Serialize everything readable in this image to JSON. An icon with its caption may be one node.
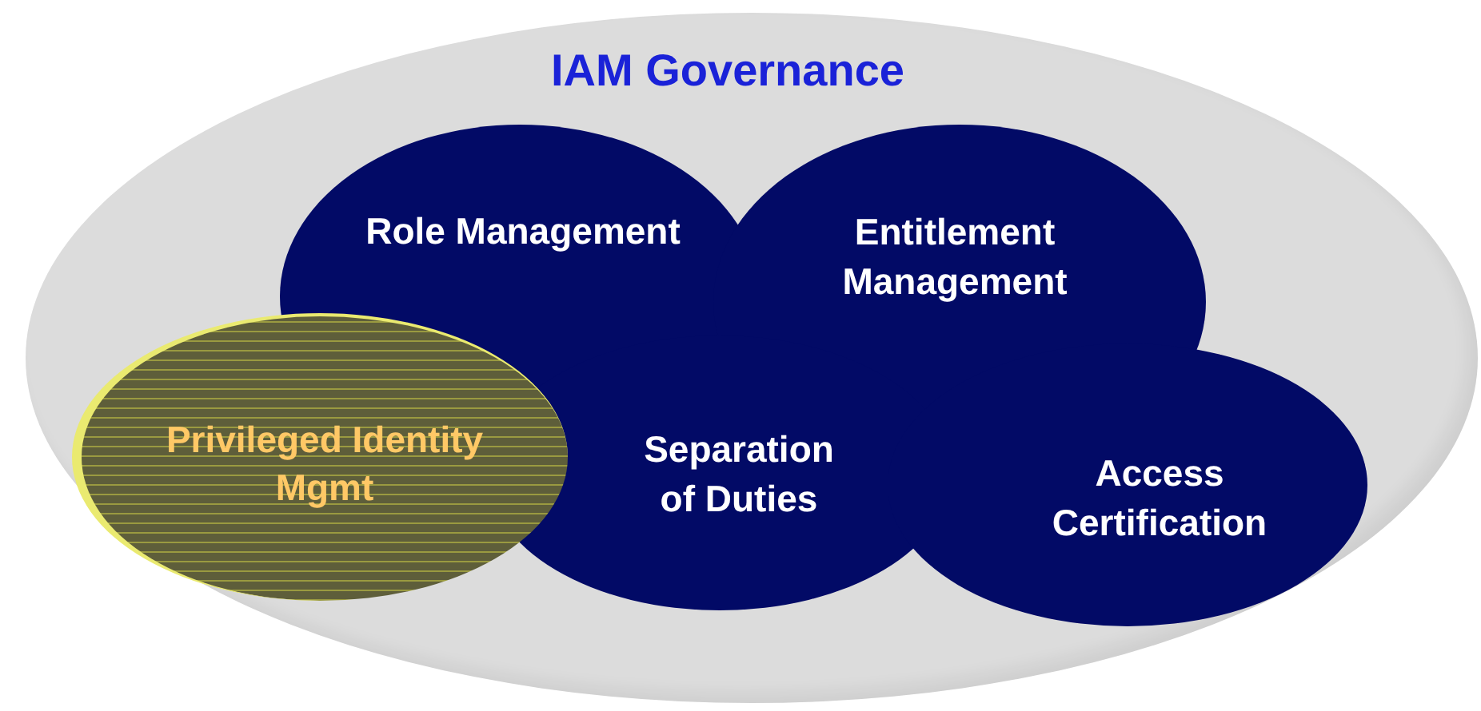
{
  "diagram": {
    "nodes": [
      {
        "text": [
          "IAM Governance"
        ]
      },
      {
        "text": [
          "Role Management"
        ],
        "in": 0
      },
      {
        "text": [
          "Entitlement Management"
        ],
        "in": 0
      },
      {
        "text": [
          "Privileged Identity Mgmt"
        ],
        "in": 0
      },
      {
        "text": [
          "Separation of Duties"
        ],
        "in": 0
      },
      {
        "text": [
          "Access Certification"
        ],
        "in": 0
      }
    ]
  }
}
